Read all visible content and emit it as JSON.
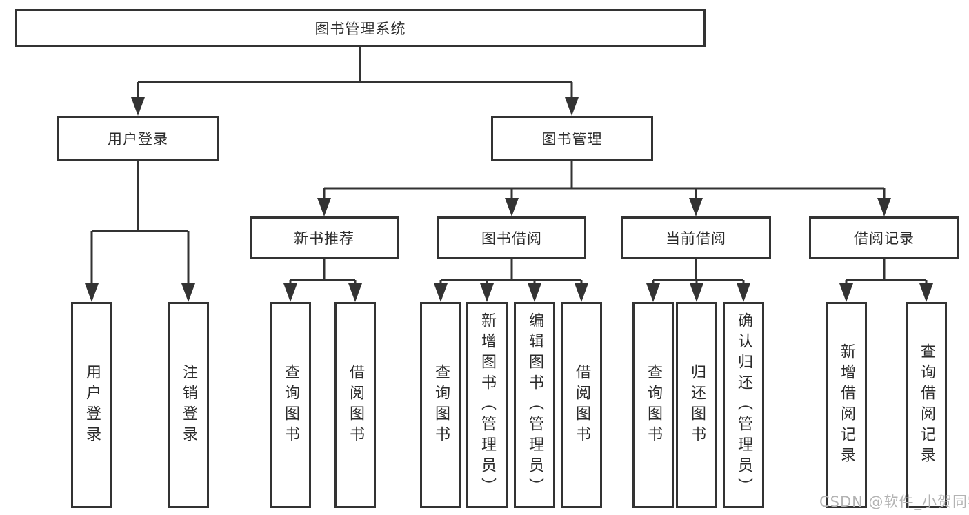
{
  "diagram": {
    "root": "图书管理系统",
    "level2": [
      "用户登录",
      "图书管理"
    ],
    "level3": [
      "新书推荐",
      "图书借阅",
      "当前借阅",
      "借阅记录"
    ],
    "leaves": {
      "user_login": [
        "用户登录",
        "注销登录"
      ],
      "new_book_rec": [
        "查询图书",
        "借阅图书"
      ],
      "book_borrow": [
        "查询图书",
        "新增图书（管理员）",
        "编辑图书（管理员）",
        "借阅图书"
      ],
      "current_borrow": [
        "查询图书",
        "归还图书",
        "确认归还（管理员）"
      ],
      "borrow_record": [
        "新增借阅记录",
        "查询借阅记录"
      ]
    }
  },
  "watermark": "CSDN @软件_小贺同学",
  "colors": {
    "line": "#333333",
    "text": "#2b2b2b",
    "watermark": "#b3b3b3",
    "background": "#ffffff"
  }
}
